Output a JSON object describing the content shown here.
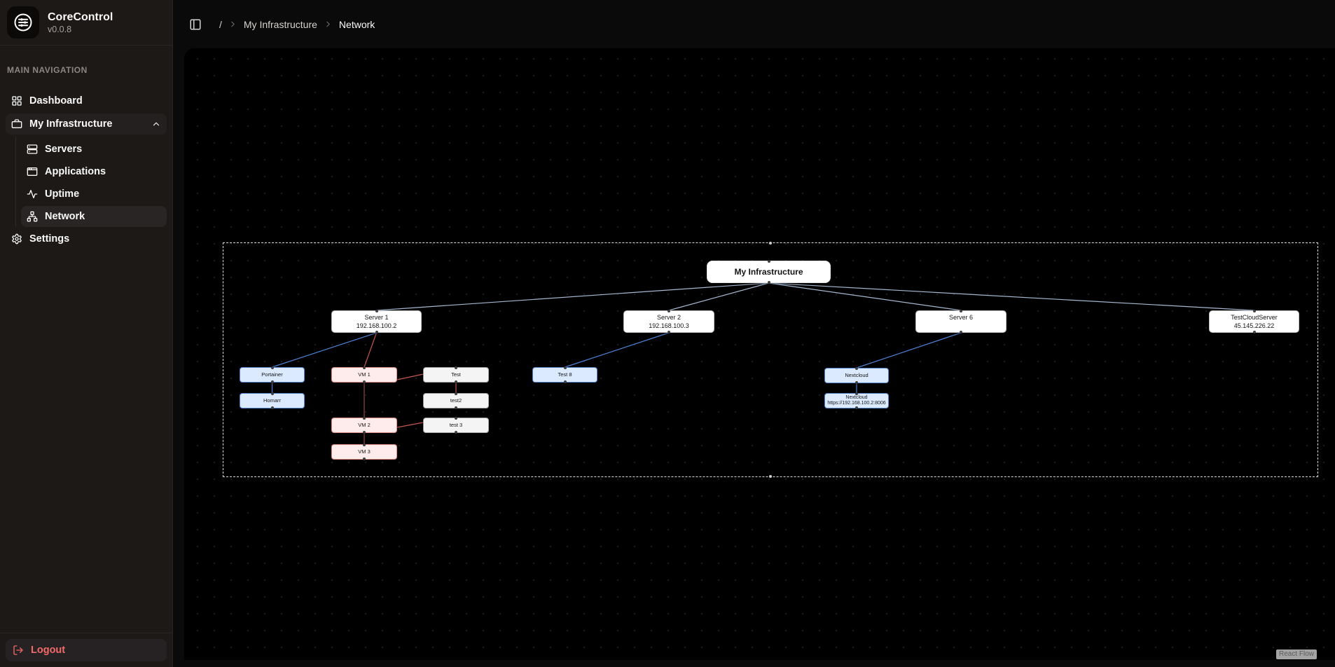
{
  "sidebar": {
    "app_name": "CoreControl",
    "version": "v0.0.8",
    "section_label": "MAIN NAVIGATION",
    "nav": {
      "dashboard": "Dashboard",
      "infrastructure": "My Infrastructure",
      "servers": "Servers",
      "applications": "Applications",
      "uptime": "Uptime",
      "network": "Network",
      "settings": "Settings"
    },
    "logout_label": "Logout"
  },
  "breadcrumb": {
    "root": "/",
    "section": "My Infrastructure",
    "current": "Network"
  },
  "diagram": {
    "root": {
      "label": "My Infrastructure"
    },
    "servers": [
      {
        "name": "Server 1",
        "ip": "192.168.100.2"
      },
      {
        "name": "Server 2",
        "ip": "192.168.100.3"
      },
      {
        "name": "Server 6",
        "ip": ""
      },
      {
        "name": "TestCloudServer",
        "ip": "45.145.226.22"
      }
    ],
    "apps": {
      "portainer": {
        "label": "Portainer"
      },
      "homarr": {
        "label": "Homarr"
      },
      "vm1": {
        "label": "VM 1"
      },
      "test": {
        "label": "Test"
      },
      "test2": {
        "label": "test2"
      },
      "vm2": {
        "label": "VM 2"
      },
      "test3": {
        "label": "test 3"
      },
      "vm3": {
        "label": "VM 3"
      },
      "test8": {
        "label": "Test 8"
      },
      "nextcloud": {
        "label": "Nextcloud"
      },
      "nextcloud_link": {
        "label": "Nextcloud",
        "url": "https://192.168.100.2:8006"
      }
    },
    "colors": {
      "edge_neutral": "#a5b8d0",
      "edge_blue": "#4d82d6",
      "edge_red": "#c4574f",
      "edge_dark_red": "#8e4742",
      "node_blue_bg": "#dbeafe",
      "node_red_bg": "#fdeceb",
      "node_gray_bg": "#f4f4f4",
      "logout_red": "#f26a6a"
    }
  },
  "attribution": "React Flow"
}
